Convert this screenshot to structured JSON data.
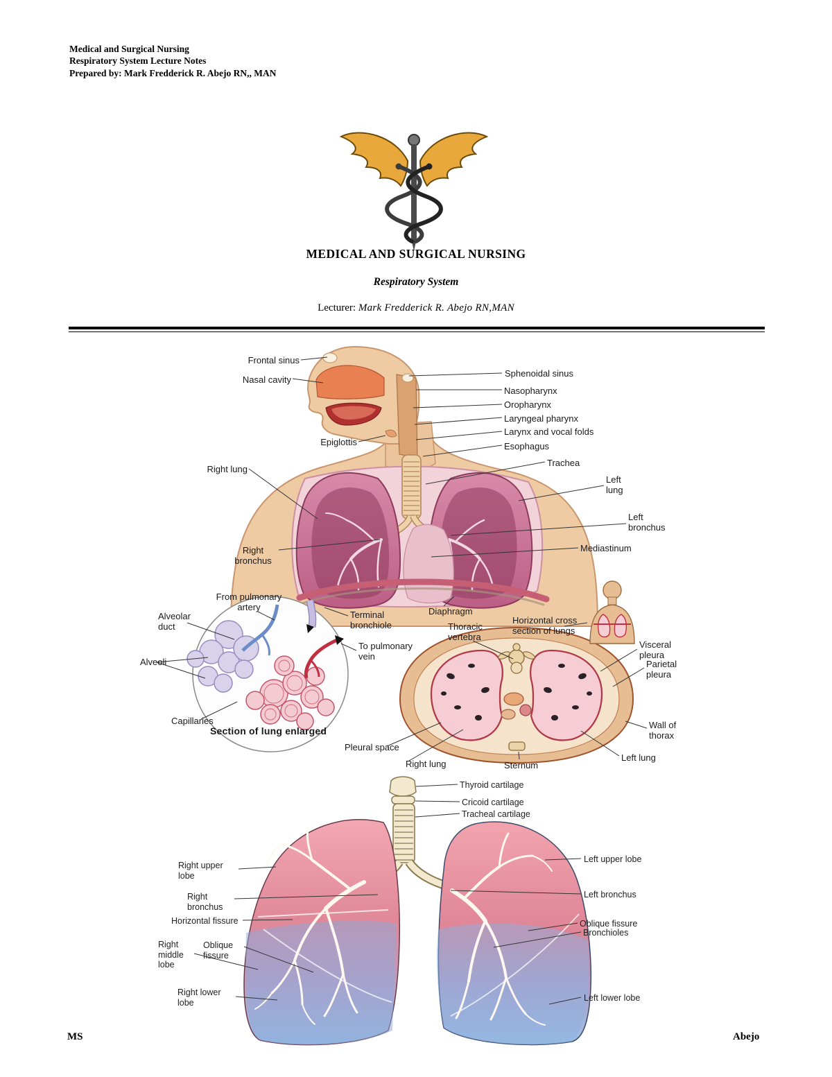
{
  "header": {
    "line1": "Medical and Surgical Nursing",
    "line2": "Respiratory System  Lecture Notes",
    "line3": "Prepared by: Mark Fredderick R. Abejo RN,, MAN"
  },
  "title_block": {
    "title": "MEDICAL AND SURGICAL NURSING",
    "subtitle": "Respiratory System",
    "lecturer_label": "Lecturer:",
    "lecturer_name": "Mark Fredderick R. Abejo RN,MAN"
  },
  "fig1": {
    "labels": {
      "frontal_sinus": "Frontal sinus",
      "nasal_cavity": "Nasal cavity",
      "epiglottis": "Epiglottis",
      "right_lung": "Right lung",
      "right_bronchus": "Right bronchus",
      "sphenoidal_sinus": "Sphenoidal sinus",
      "nasopharynx": "Nasopharynx",
      "oropharynx": "Oropharynx",
      "laryngeal_pharynx": "Laryngeal pharynx",
      "larynx_and_vocal_folds": "Larynx and vocal folds",
      "esophagus": "Esophagus",
      "trachea": "Trachea",
      "left_lung": "Left lung",
      "left_bronchus": "Left bronchus",
      "mediastinum": "Mediastinum"
    }
  },
  "fig2": {
    "caption": "Section of lung enlarged",
    "labels": {
      "from_pulmonary_artery": "From pulmonary artery",
      "alveolar_duct": "Alveolar duct",
      "alveoli": "Alveoli",
      "capillaries": "Capillaries",
      "terminal_bronchiole": "Terminal bronchiole",
      "to_pulmonary_vein": "To pulmonary vein",
      "diaphragm": "Diaphragm",
      "thoracic_vertebra": "Thoracic vertebra",
      "horizontal_cross_section_of_lungs": "Horizontal cross section of lungs",
      "visceral_pleura": "Visceral pleura",
      "parietal_pleura": "Parietal pleura",
      "wall_of_thorax": "Wall of thorax",
      "pleural_space": "Pleural space",
      "right_lung": "Right lung",
      "sternum": "Sternum",
      "left_lung": "Left lung"
    }
  },
  "fig3": {
    "labels": {
      "thyroid_cartilage": "Thyroid cartilage",
      "cricoid_cartilage": "Cricoid cartilage",
      "tracheal_cartilage": "Tracheal cartilage",
      "right_upper_lobe": "Right upper lobe",
      "right_bronchus": "Right bronchus",
      "horizontal_fissure": "Horizontal fissure",
      "right_middle_lobe": "Right middle lobe",
      "oblique_fissure_left": "Oblique fissure",
      "right_lower_lobe": "Right lower lobe",
      "left_upper_lobe": "Left upper lobe",
      "left_bronchus": "Left bronchus",
      "oblique_fissure_right": "Oblique fissure",
      "bronchioles": "Bronchioles",
      "left_lower_lobe": "Left lower lobe"
    }
  },
  "footer": {
    "left": "MS",
    "right": "Abejo"
  },
  "colors": {
    "lung_pink": "#D4789E",
    "lung_dark": "#8E3A5D",
    "skin_tone": "#EFCBA3",
    "caduceus_gold": "#E9A83C",
    "pleura_red": "#B03A4A",
    "lower_lobe_blue": "#9FBCE0",
    "text": "#1A1A1A"
  }
}
